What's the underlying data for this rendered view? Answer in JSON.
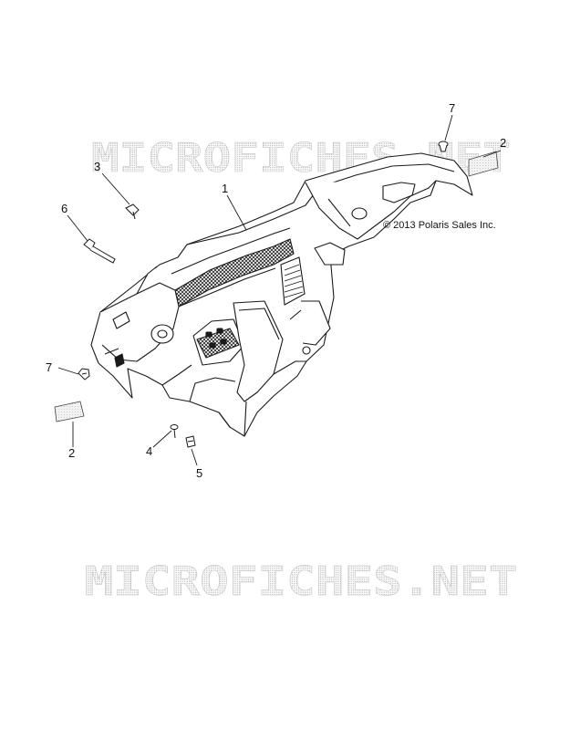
{
  "watermarks": [
    "MICROFICHES.NET",
    "MICROFICHES.NET"
  ],
  "copyright": "© 2013 Polaris Sales Inc.",
  "callouts": [
    "1",
    "2",
    "2",
    "3",
    "4",
    "5",
    "6",
    "7",
    "7"
  ]
}
